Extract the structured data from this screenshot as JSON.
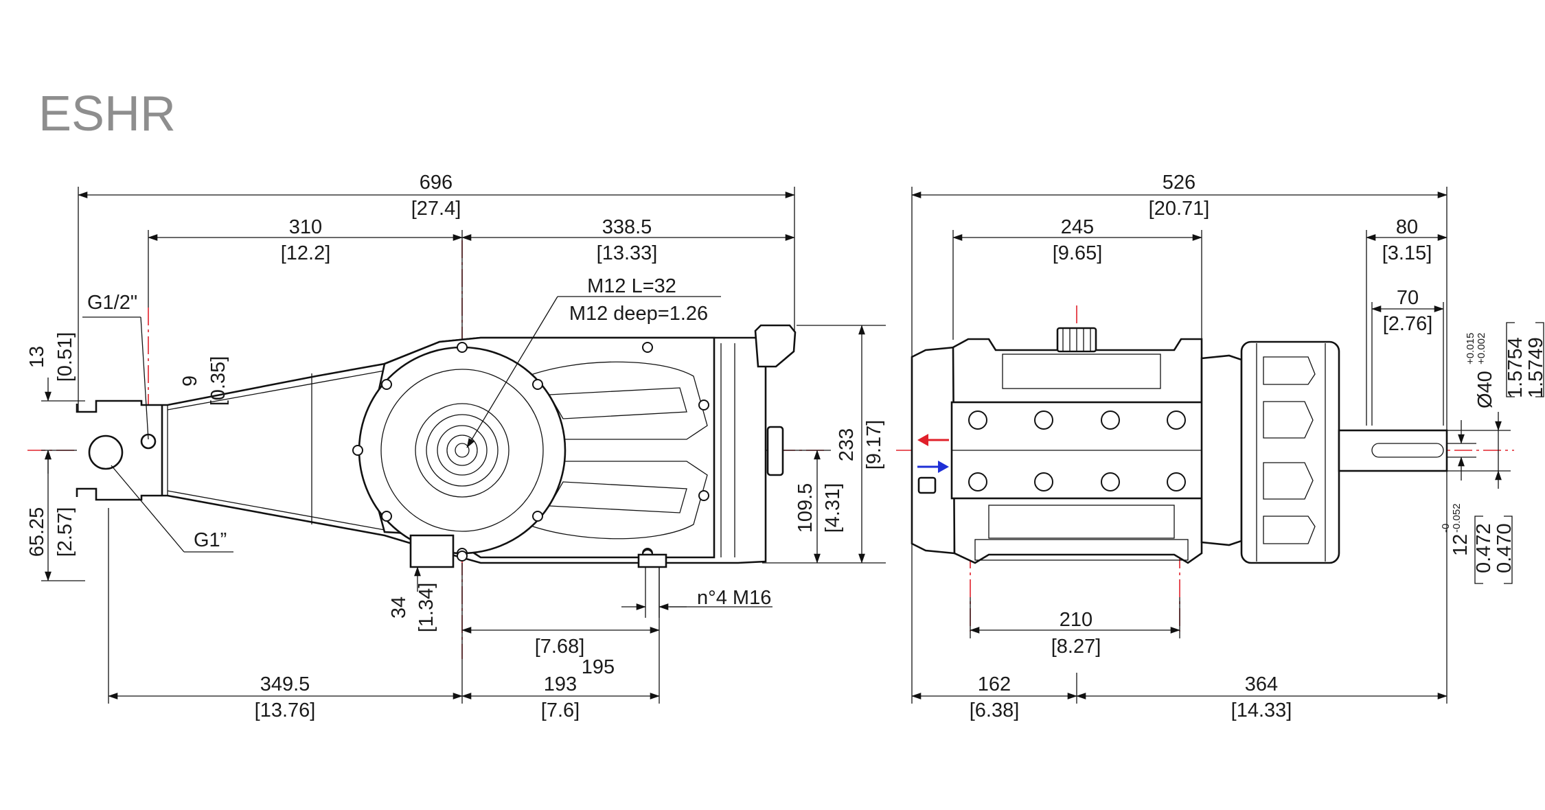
{
  "title": "ESHR",
  "side_view": {
    "dims": {
      "overall_mm": "696",
      "overall_in": "[27.4]",
      "left_mm": "310",
      "left_in": "[12.2]",
      "right_mm": "338.5",
      "right_in": "[13.33]",
      "height_mm": "233",
      "height_in": "[9.17]",
      "axis_height_mm": "109.5",
      "axis_height_in": "[4.31]",
      "top_inlet_mm": "13",
      "top_inlet_in": "[0.51]",
      "g_offset_mm": "9",
      "g_offset_in": "[0.35]",
      "bottom_inlet_mm": "65.25",
      "bottom_inlet_in": "[2.57]",
      "foot_mm": "34",
      "foot_in": "[1.34]",
      "foot_span_mm": "195",
      "foot_span_in": "[7.68]",
      "base_left_mm": "349.5",
      "base_left_in": "[13.76]",
      "base_right_mm": "193",
      "base_right_in": "[7.6]"
    },
    "labels": {
      "g_half": "G1/2\"",
      "g_one": "G1”",
      "thread_1": "M12 L=32",
      "thread_2": "M12 deep=1.26",
      "bolts": "n°4 M16"
    }
  },
  "front_view": {
    "dims": {
      "overall_mm": "526",
      "overall_in": "[20.71]",
      "manifold_mm": "245",
      "manifold_in": "[9.65]",
      "shaft_mm": "80",
      "shaft_in": "[3.15]",
      "key_mm": "70",
      "key_in": "[2.76]",
      "holes_mm": "210",
      "holes_in": "[8.27]",
      "left_mm": "162",
      "left_in": "[6.38]",
      "right_mm": "364",
      "right_in": "[14.33]"
    },
    "shaft_dia": {
      "label": "Ø40",
      "tol_upper": "+0.015",
      "tol_lower": "+0.002",
      "in_upper": "1.5754",
      "in_lower": "1.5749"
    },
    "key_width": {
      "label": "12",
      "tol_upper": "-0",
      "tol_lower": "-0.052",
      "in_upper": "0.472",
      "in_lower": "0.470"
    },
    "flow_colors": {
      "outlet": "#e0202a",
      "inlet": "#1e2fd6"
    }
  }
}
